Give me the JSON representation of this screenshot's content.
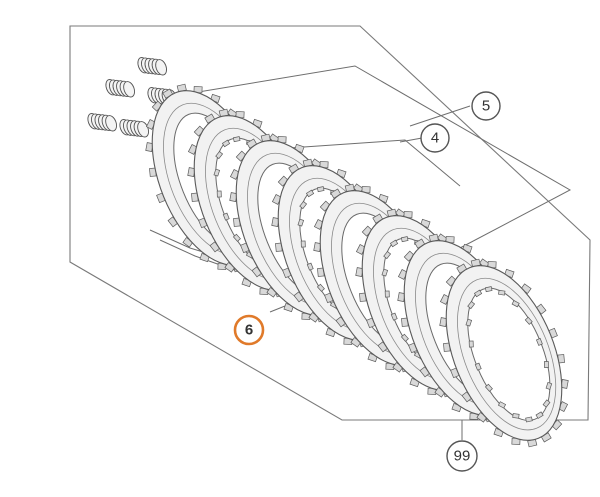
{
  "colors": {
    "line": "#6e6e6e",
    "highlight": "#e07a2a",
    "callout_text": "#333333"
  },
  "callouts": {
    "c5": "5",
    "c4": "4",
    "c6": "6",
    "c99": "99"
  },
  "highlighted_callout": "6"
}
